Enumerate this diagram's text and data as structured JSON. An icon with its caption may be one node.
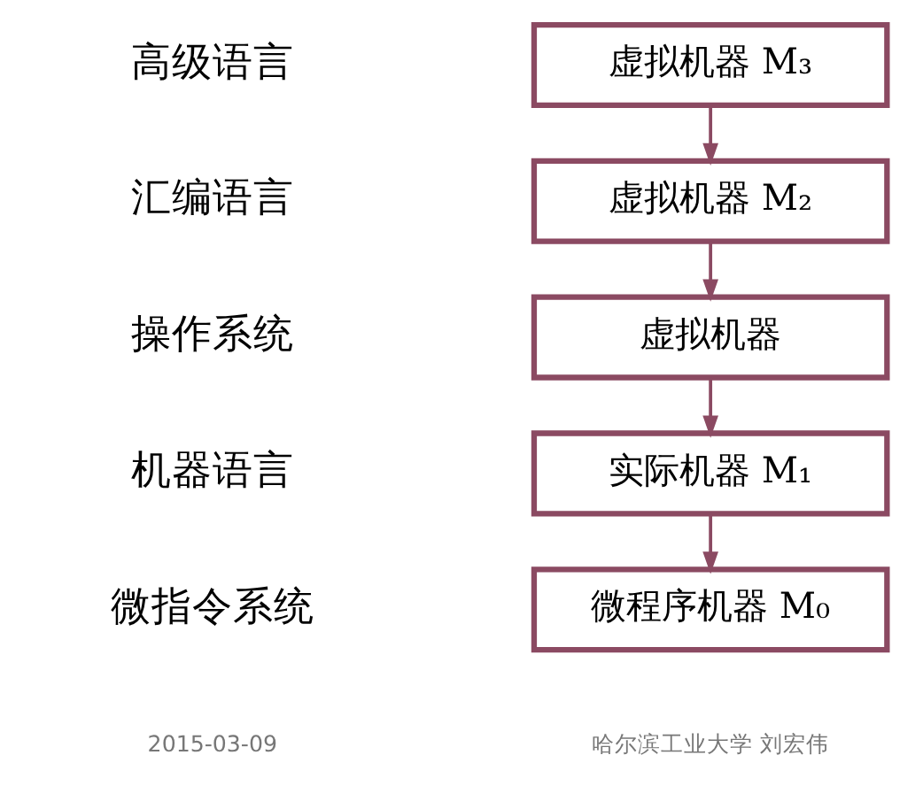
{
  "diagram": {
    "nodes": [
      {
        "text": [
          "虚拟机器 M₃"
        ]
      },
      {
        "text": [
          "虚拟机器 M₂"
        ]
      },
      {
        "text": [
          "虚拟机器"
        ]
      },
      {
        "text": [
          "实际机器 M₁"
        ]
      },
      {
        "text": [
          "微程序机器 M₀"
        ]
      }
    ],
    "edges": [
      {
        "from": 0,
        "to": 1,
        "arrow": "to"
      },
      {
        "from": 1,
        "to": 2,
        "arrow": "to"
      },
      {
        "from": 2,
        "to": 3,
        "arrow": "to"
      },
      {
        "from": 3,
        "to": 4,
        "arrow": "to"
      }
    ],
    "labels": [
      "高级语言",
      "汇编语言",
      "操作系统",
      "机器语言",
      "微指令系统",
      "2015-03-09",
      "哈尔滨工业大学 刘宏伟"
    ]
  }
}
